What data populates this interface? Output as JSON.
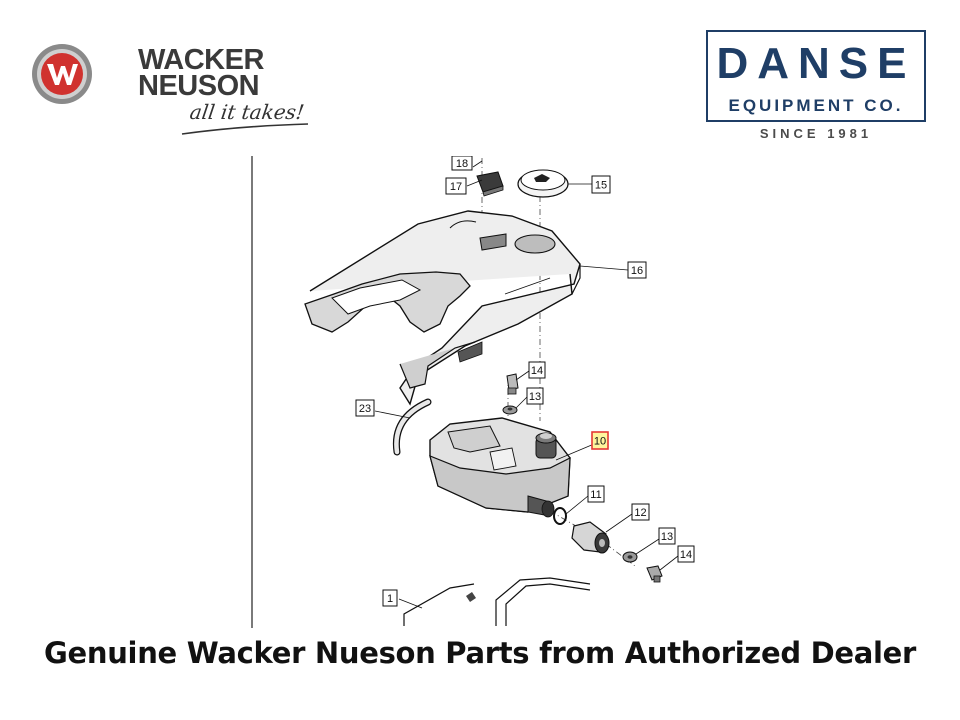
{
  "brand_left": {
    "name_line1": "WACKER",
    "name_line2": "NEUSON",
    "tagline": "all it takes!",
    "icon": "wacker-neuson-w-logo-icon",
    "colors": {
      "red": "#d0322f",
      "gray": "#7a7a7a",
      "text": "#3a3a3a"
    }
  },
  "brand_right": {
    "name": "DANSE",
    "subtitle": "EQUIPMENT CO.",
    "since": "SINCE 1981",
    "color": "#1f3e66"
  },
  "diagram": {
    "callouts": [
      {
        "id": "c18",
        "label": "18",
        "highlight": false
      },
      {
        "id": "c17",
        "label": "17",
        "highlight": false
      },
      {
        "id": "c15",
        "label": "15",
        "highlight": false
      },
      {
        "id": "c16",
        "label": "16",
        "highlight": false
      },
      {
        "id": "c14a",
        "label": "14",
        "highlight": false
      },
      {
        "id": "c13a",
        "label": "13",
        "highlight": false
      },
      {
        "id": "c23",
        "label": "23",
        "highlight": false
      },
      {
        "id": "c10",
        "label": "10",
        "highlight": true
      },
      {
        "id": "c11",
        "label": "11",
        "highlight": false
      },
      {
        "id": "c12",
        "label": "12",
        "highlight": false
      },
      {
        "id": "c13b",
        "label": "13",
        "highlight": false
      },
      {
        "id": "c14b",
        "label": "14",
        "highlight": false
      },
      {
        "id": "c1",
        "label": "1",
        "highlight": false
      }
    ],
    "highlight_color": "#e53935"
  },
  "caption": "Genuine Wacker Nueson Parts from Authorized Dealer"
}
